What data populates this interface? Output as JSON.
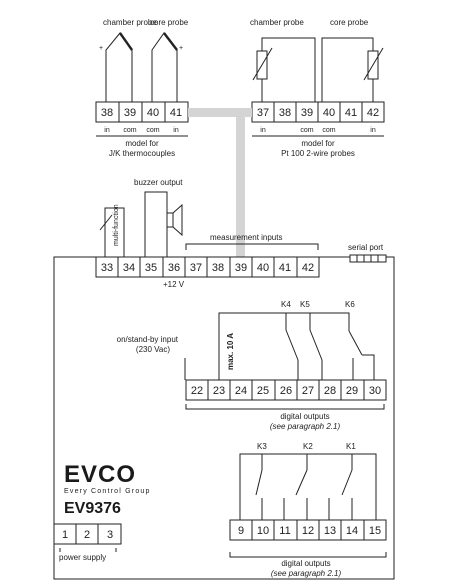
{
  "brand": {
    "logo": "EVCO",
    "tagline": "Every Control Group",
    "model": "EV9376"
  },
  "tc_block": {
    "label_chamber": "chamber probe",
    "label_core": "core probe",
    "plus_left": "+",
    "plus_right": "+",
    "terminals": [
      "38",
      "39",
      "40",
      "41"
    ],
    "sub_labels": [
      "in",
      "com",
      "com",
      "in"
    ],
    "model_line1": "model for",
    "model_line2": "J/K thermocouples"
  },
  "pt_block": {
    "label_chamber": "chamber probe",
    "label_core": "core probe",
    "terminals": [
      "37",
      "38",
      "39",
      "40",
      "41",
      "42"
    ],
    "sub_labels": [
      "in",
      "com",
      "com",
      "in"
    ],
    "model_line1": "model for",
    "model_line2": "Pt 100 2-wire probes"
  },
  "top_row": {
    "terminals": [
      "33",
      "34",
      "35",
      "36",
      "37",
      "38",
      "39",
      "40",
      "41",
      "42"
    ],
    "multi_function": "multi-function",
    "buzzer_output": "buzzer output",
    "measurement_inputs": "measurement inputs",
    "supply_12v": "+12 V",
    "serial_port": "serial port"
  },
  "relays_top": {
    "terminals": [
      "22",
      "23",
      "24",
      "25",
      "26",
      "27",
      "28",
      "29",
      "30"
    ],
    "onstandby_line1": "on/stand-by input",
    "onstandby_line2": "(230 Vac)",
    "max_current": "max. 10 A",
    "k4": "K4",
    "k5": "K5",
    "k6": "K6",
    "outputs_line1": "digital outputs",
    "outputs_line2": "(see paragraph 2.1)"
  },
  "relays_bottom": {
    "terminals": [
      "9",
      "10",
      "11",
      "12",
      "13",
      "14",
      "15"
    ],
    "k3": "K3",
    "k2": "K2",
    "k1": "K1",
    "outputs_line1": "digital outputs",
    "outputs_line2": "(see paragraph 2.1)"
  },
  "power": {
    "terminals": [
      "1",
      "2",
      "3"
    ],
    "label": "power supply"
  }
}
